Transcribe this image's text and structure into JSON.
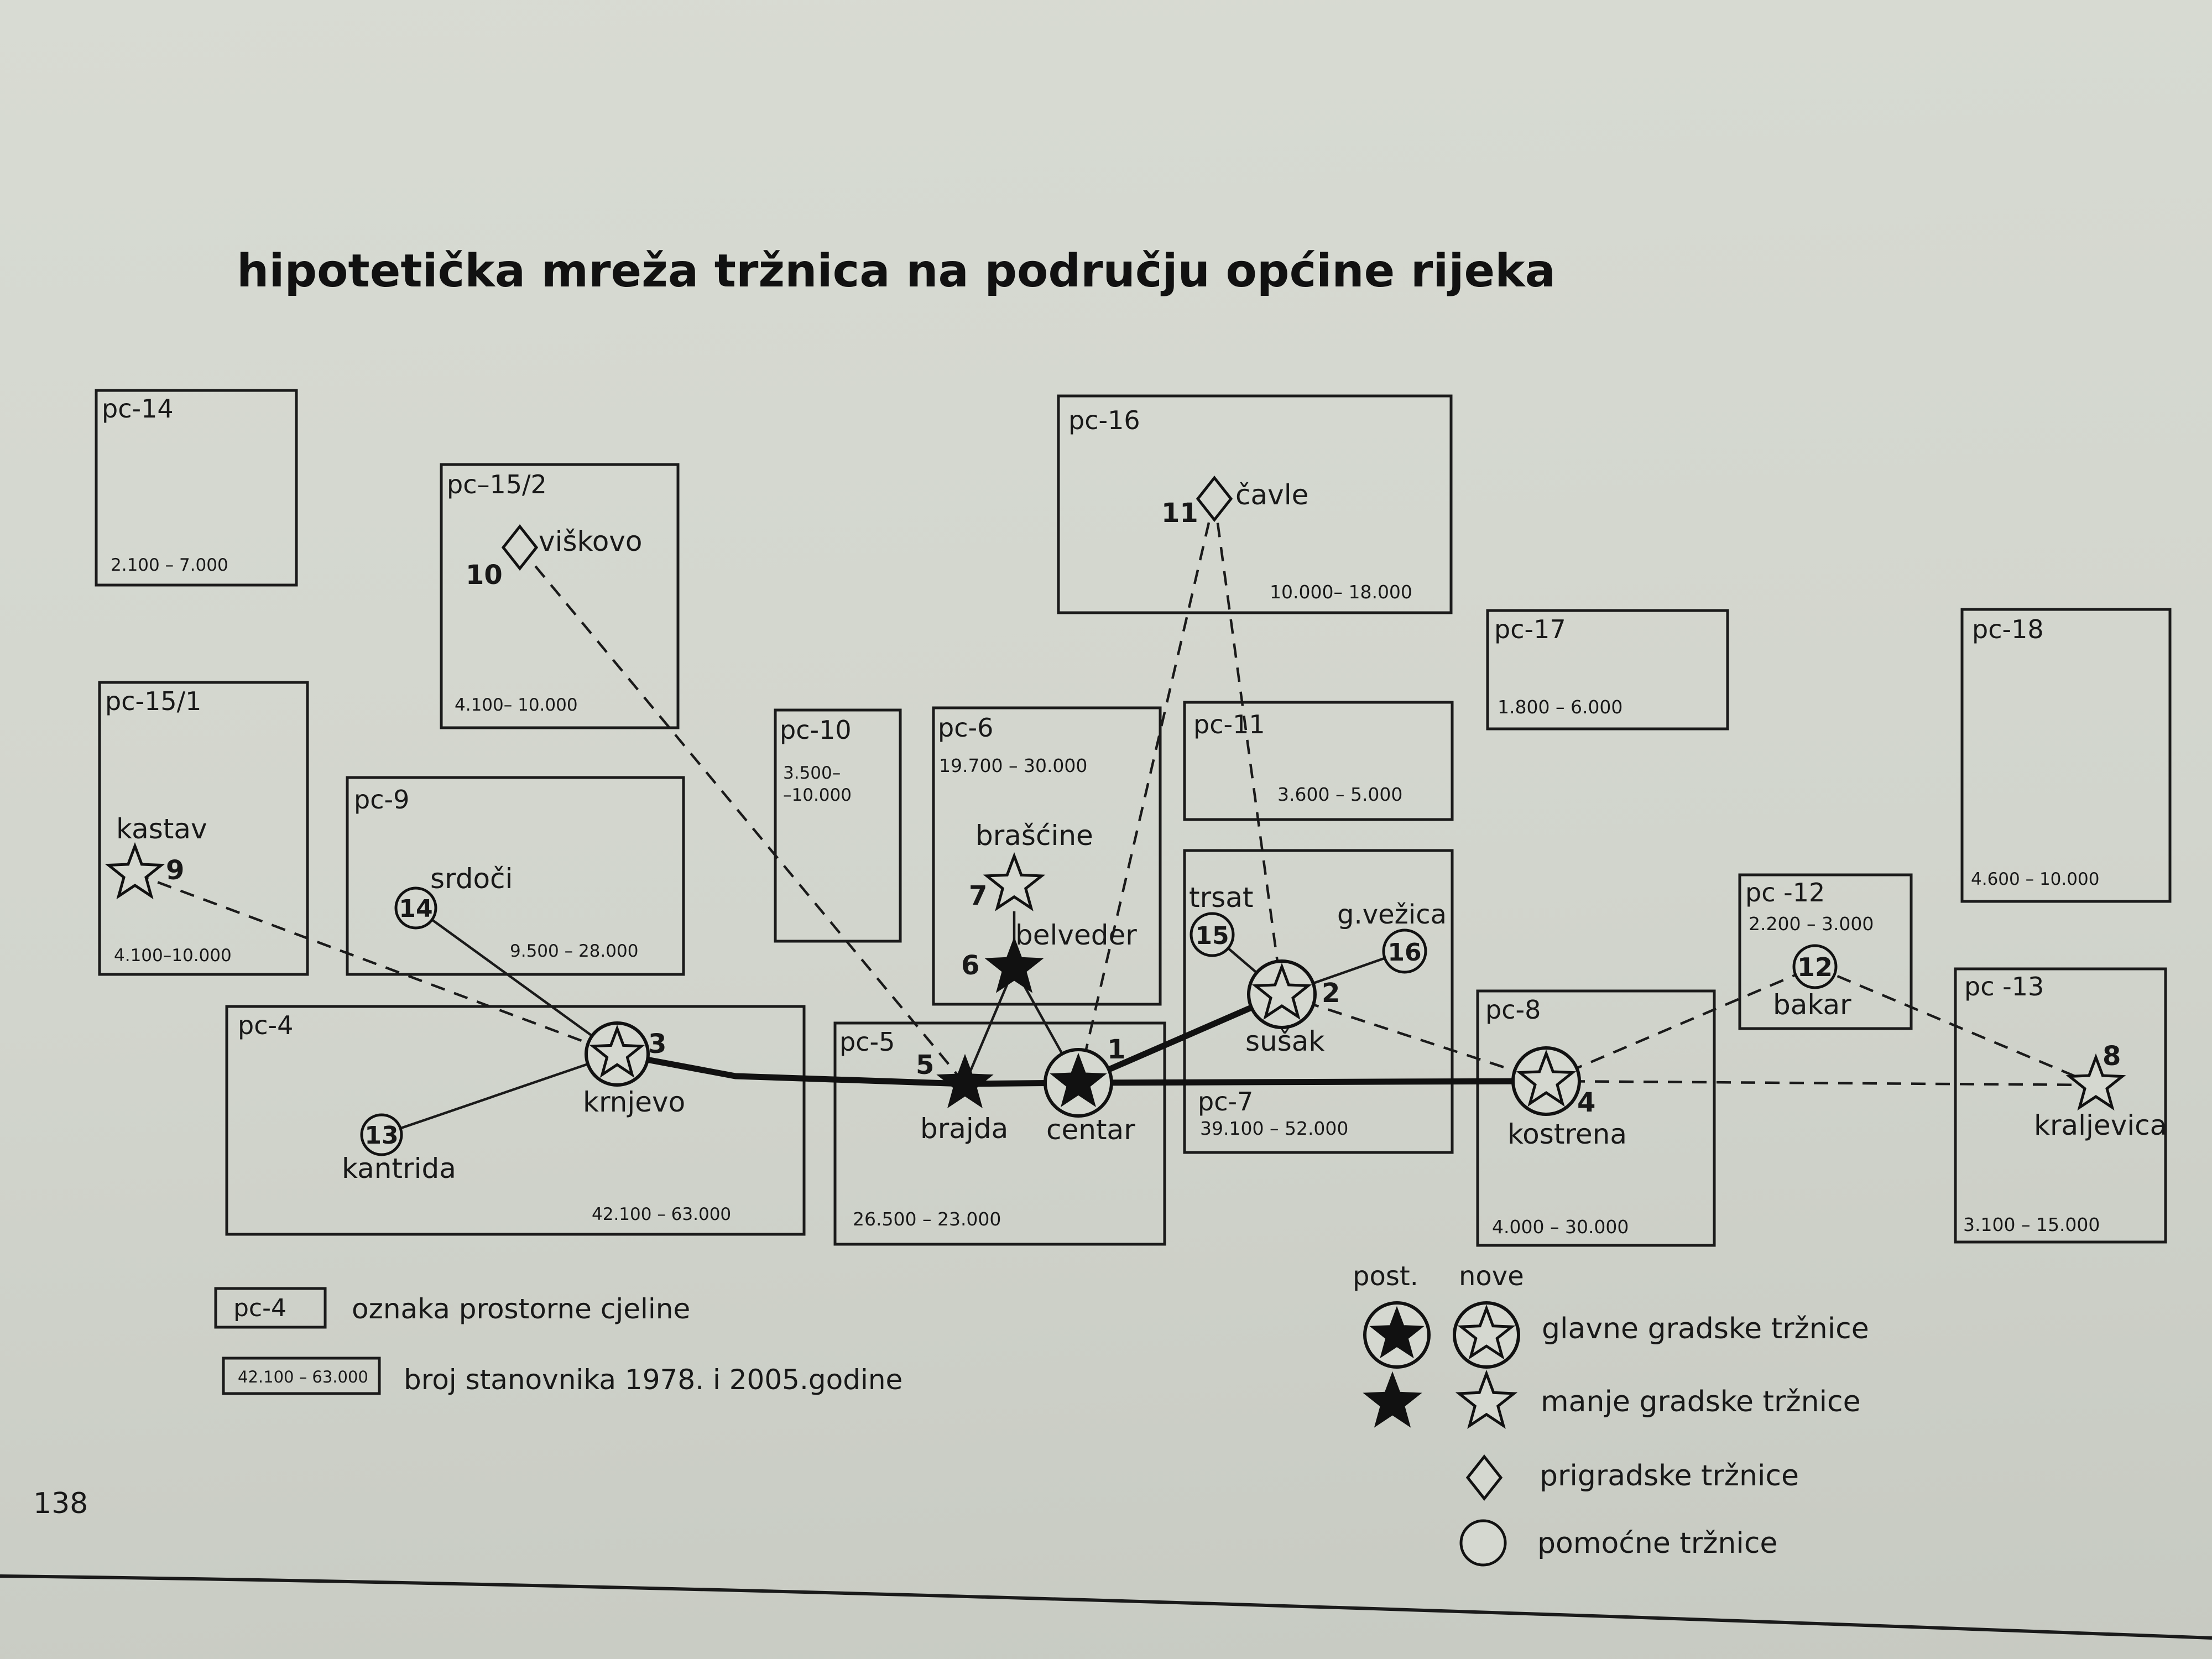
{
  "title": "hipotetička mreža tržnica na području općine rijeka",
  "page_number": "138",
  "regions": [
    {
      "id": "pc-14",
      "label": "pc-14",
      "population": "2.100 – 7.000"
    },
    {
      "id": "pc-15-2",
      "label": "pc–15/2",
      "population": "4.100– 10.000"
    },
    {
      "id": "pc-16",
      "label": "pc-16",
      "population": "10.000– 18.000"
    },
    {
      "id": "pc-15-1",
      "label": "pc-15/1",
      "population": "4.100–10.000"
    },
    {
      "id": "pc-9",
      "label": "pc-9",
      "population": "9.500 – 28.000"
    },
    {
      "id": "pc-10",
      "label": "pc-10",
      "population": "3.500–\n–10.000"
    },
    {
      "id": "pc-6",
      "label": "pc-6",
      "population": "19.700 – 30.000"
    },
    {
      "id": "pc-11",
      "label": "pc-11",
      "population": "3.600 – 5.000"
    },
    {
      "id": "pc-17",
      "label": "pc-17",
      "population": "1.800 – 6.000"
    },
    {
      "id": "pc-18",
      "label": "pc-18",
      "population": "4.600 – 10.000"
    },
    {
      "id": "pc-4",
      "label": "pc-4",
      "population": "42.100 – 63.000"
    },
    {
      "id": "pc-5",
      "label": "pc-5",
      "population": "26.500 – 23.000"
    },
    {
      "id": "pc-7",
      "label": "pc-7",
      "population": "39.100 – 52.000"
    },
    {
      "id": "pc-8",
      "label": "pc-8",
      "population": "4.000 – 30.000"
    },
    {
      "id": "pc-12",
      "label": "pc -12",
      "population": "2.200 – 3.000"
    },
    {
      "id": "pc-13",
      "label": "pc -13",
      "population": "3.100 – 15.000"
    }
  ],
  "markets": [
    {
      "id": "m1",
      "number": "1",
      "name": "centar",
      "type": "main",
      "status": "existing"
    },
    {
      "id": "m2",
      "number": "2",
      "name": "sušak",
      "type": "main",
      "status": "new"
    },
    {
      "id": "m3",
      "number": "3",
      "name": "krnjevo",
      "type": "main",
      "status": "new"
    },
    {
      "id": "m4",
      "number": "4",
      "name": "kostrena",
      "type": "main",
      "status": "new"
    },
    {
      "id": "m5",
      "number": "5",
      "name": "brajda",
      "type": "minor",
      "status": "existing"
    },
    {
      "id": "m6",
      "number": "6",
      "name": "belveder",
      "type": "minor",
      "status": "existing"
    },
    {
      "id": "m7",
      "number": "7",
      "name": "brašćine",
      "type": "minor",
      "status": "new"
    },
    {
      "id": "m8",
      "number": "8",
      "name": "kraljevica",
      "type": "minor",
      "status": "new"
    },
    {
      "id": "m9",
      "number": "9",
      "name": "kastav",
      "type": "minor",
      "status": "new"
    },
    {
      "id": "m10",
      "number": "10",
      "name": "viškovo",
      "type": "suburban",
      "status": "new"
    },
    {
      "id": "m11",
      "number": "11",
      "name": "čavle",
      "type": "suburban",
      "status": "new"
    },
    {
      "id": "m12",
      "number": "12",
      "name": "bakar",
      "type": "auxiliary",
      "status": "new"
    },
    {
      "id": "m13",
      "number": "13",
      "name": "kantrida",
      "type": "auxiliary",
      "status": "new"
    },
    {
      "id": "m14",
      "number": "14",
      "name": "srdoči",
      "type": "auxiliary",
      "status": "new"
    },
    {
      "id": "m15",
      "number": "15",
      "name": "trsat",
      "type": "auxiliary",
      "status": "new"
    },
    {
      "id": "m16",
      "number": "16",
      "name": "g.vežica",
      "type": "auxiliary",
      "status": "new"
    }
  ],
  "legend": {
    "region_sample": "pc-4",
    "region_text": "oznaka prostorne cjeline",
    "population_sample": "42.100 – 63.000",
    "population_text": "broj stanovnika 1978. i 2005.godine",
    "col_existing": "post.",
    "col_new": "nove",
    "items": [
      {
        "symbol": "circled-star",
        "text": "glavne gradske tržnice"
      },
      {
        "symbol": "star",
        "text": "manje gradske tržnice"
      },
      {
        "symbol": "diamond",
        "text": "prigradske tržnice"
      },
      {
        "symbol": "circle",
        "text": "pomoćne tržnice"
      }
    ]
  },
  "colors": {
    "ink": "#1a1a1a",
    "paper": "#d5d8d0"
  }
}
